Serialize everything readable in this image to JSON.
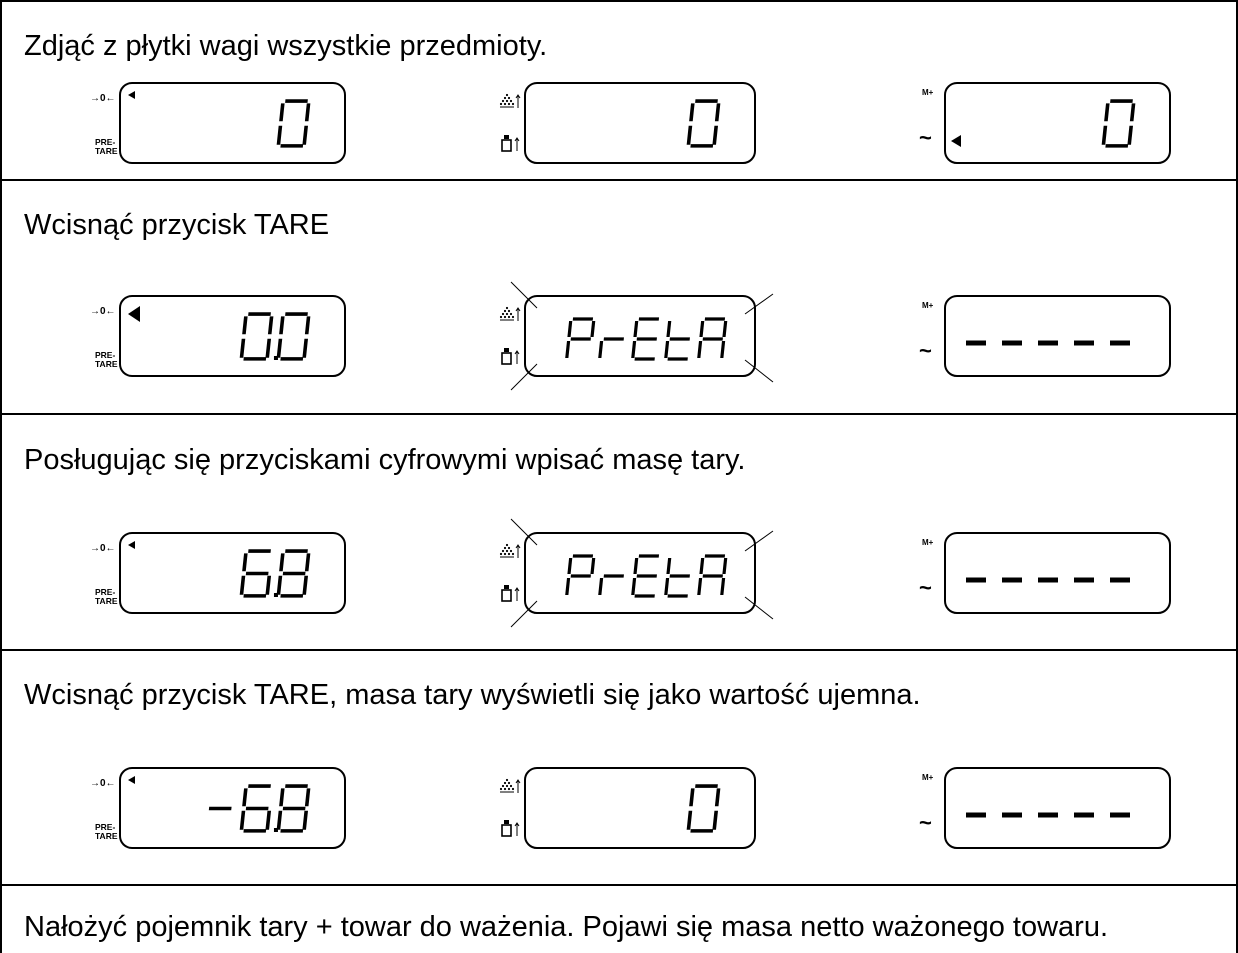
{
  "steps": [
    {
      "instruction": "Zdjąć z płytki wagi wszystkie przedmioty.",
      "displays": [
        {
          "indicators": [
            "→0←",
            "PRE-",
            "TARE"
          ],
          "value": "0"
        },
        {
          "indicators": [
            "count-icon",
            "weight-icon"
          ],
          "value": "0"
        },
        {
          "indicators": [
            "M+",
            "~"
          ],
          "value": "0"
        }
      ]
    },
    {
      "instruction": "Wcisnąć przycisk TARE",
      "displays": [
        {
          "indicators": [
            "→0←",
            "PRE-",
            "TARE"
          ],
          "value": "0.0"
        },
        {
          "indicators": [
            "count-icon",
            "weight-icon"
          ],
          "value": "PrEtA",
          "blinking": true
        },
        {
          "indicators": [
            "M+",
            "~"
          ],
          "value": "-----"
        }
      ]
    },
    {
      "instruction": "Posługując się przyciskami cyfrowymi wpisać masę tary.",
      "displays": [
        {
          "indicators": [
            "→0←",
            "PRE-",
            "TARE"
          ],
          "value": "6.8"
        },
        {
          "indicators": [
            "count-icon",
            "weight-icon"
          ],
          "value": "PrEtA",
          "blinking": true
        },
        {
          "indicators": [
            "M+",
            "~"
          ],
          "value": "-----"
        }
      ]
    },
    {
      "instruction": "Wcisnąć przycisk TARE, masa tary wyświetli się jako wartość ujemna.",
      "displays": [
        {
          "indicators": [
            "→0←",
            "PRE-",
            "TARE"
          ],
          "value": "-6.8"
        },
        {
          "indicators": [
            "count-icon",
            "weight-icon"
          ],
          "value": "0"
        },
        {
          "indicators": [
            "M+",
            "~"
          ],
          "value": "-----"
        }
      ]
    },
    {
      "instruction": "Nałożyć pojemnik tary + towar do ważenia. Pojawi się masa netto ważonego towaru."
    }
  ],
  "labels": {
    "zero": "→0←",
    "pre": "PRE-",
    "tare": "TARE",
    "mplus": "M+",
    "stable": "~"
  }
}
